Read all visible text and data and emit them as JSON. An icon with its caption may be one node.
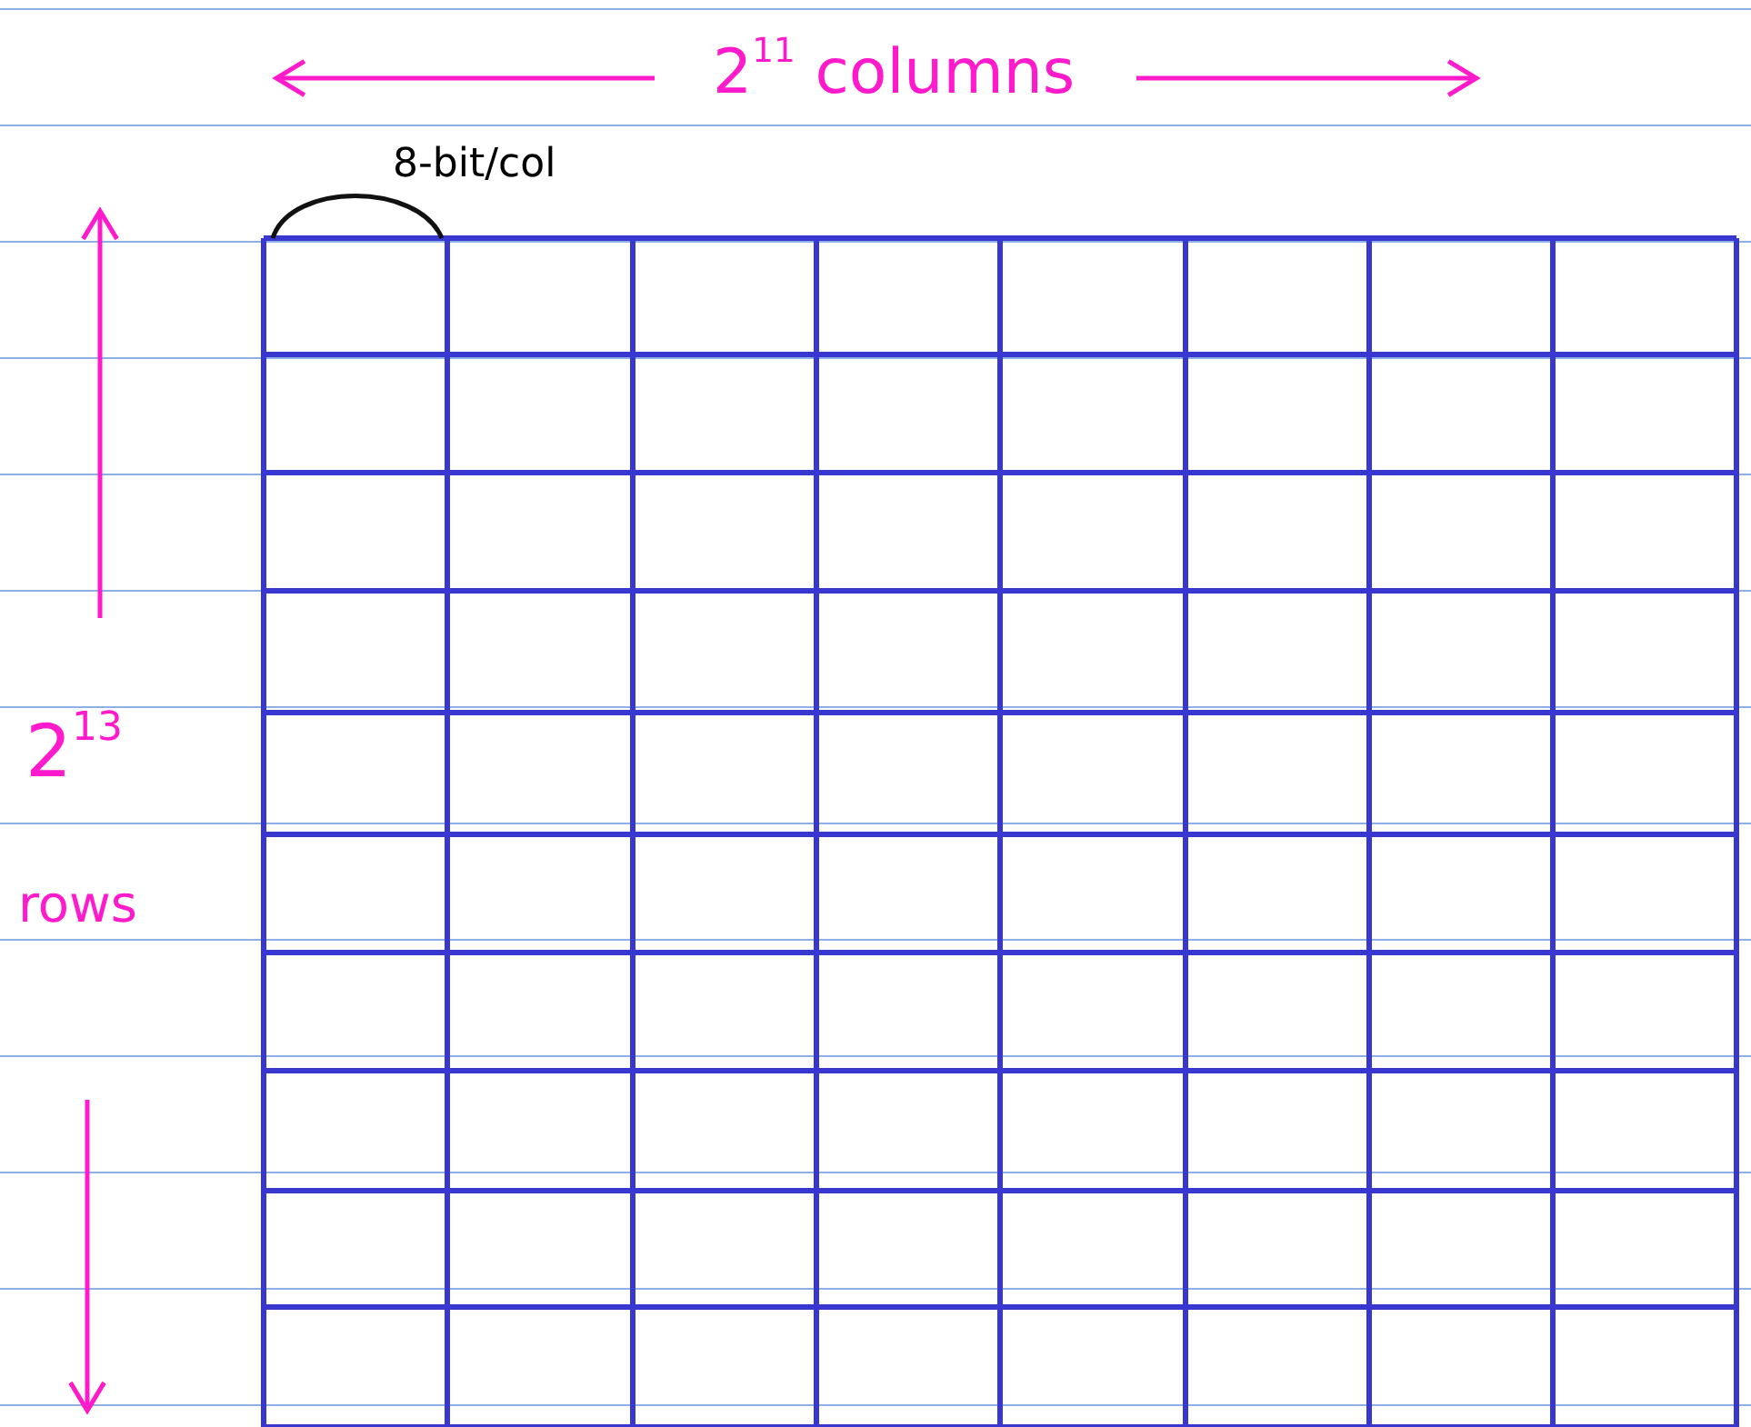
{
  "diagram": {
    "labels": [
      "2$^{11}$ columns",
      "8-bit/col",
      "2$^{13}$",
      "rows"
    ]
  }
}
